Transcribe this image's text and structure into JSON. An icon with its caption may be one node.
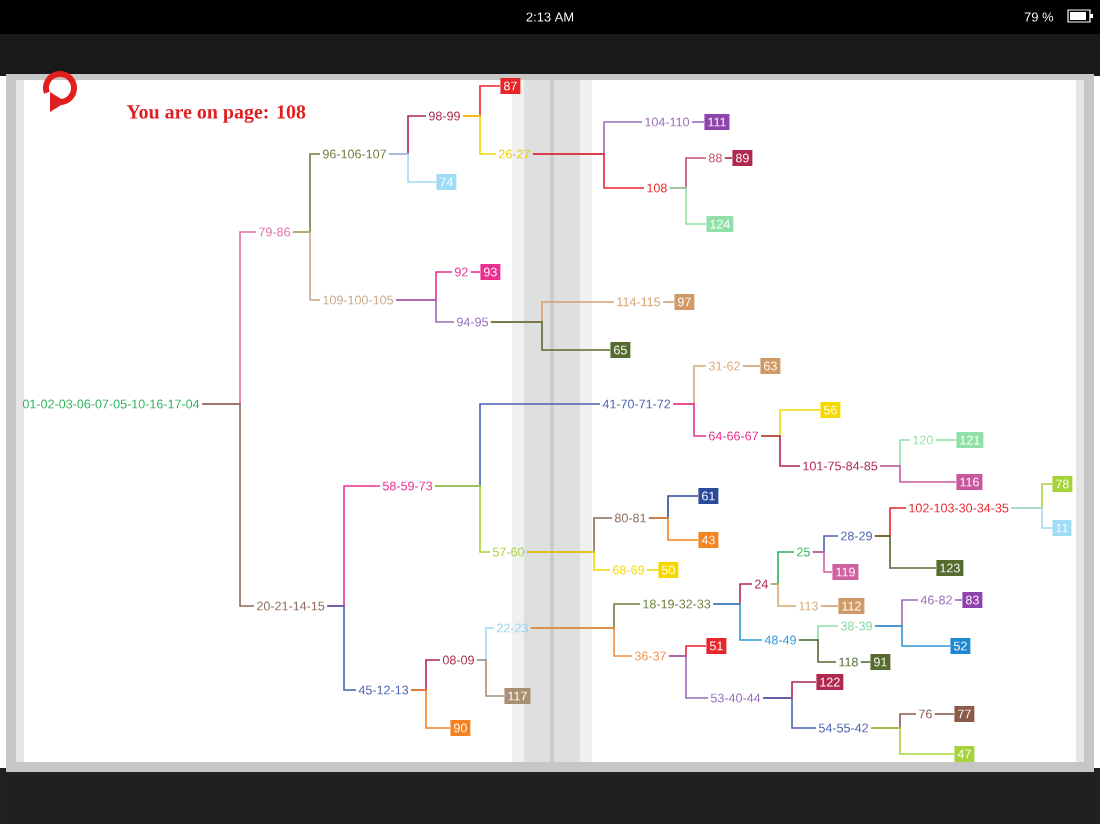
{
  "diagram": {
    "title": "You are on page: 108",
    "nodes": [
      {
        "text": [
          "01-02-03-06-07-05-10-16-17-04"
        ]
      },
      {
        "text": [
          "79-86"
        ]
      },
      {
        "text": [
          "96-106-107"
        ]
      },
      {
        "text": [
          "98-99"
        ]
      },
      {
        "text": [
          "87"
        ]
      },
      {
        "text": [
          "26-27"
        ]
      },
      {
        "text": [
          "104-110"
        ]
      },
      {
        "text": [
          "111"
        ]
      },
      {
        "text": [
          "108"
        ]
      },
      {
        "text": [
          "88"
        ]
      },
      {
        "text": [
          "89"
        ]
      },
      {
        "text": [
          "124"
        ]
      },
      {
        "text": [
          "74"
        ]
      },
      {
        "text": [
          "109-100-105"
        ]
      },
      {
        "text": [
          "92"
        ]
      },
      {
        "text": [
          "93"
        ]
      },
      {
        "text": [
          "94-95"
        ]
      },
      {
        "text": [
          "114-115"
        ]
      },
      {
        "text": [
          "97"
        ]
      },
      {
        "text": [
          "65"
        ]
      },
      {
        "text": [
          "20-21-14-15"
        ]
      },
      {
        "text": [
          "58-59-73"
        ]
      },
      {
        "text": [
          "41-70-71-72"
        ]
      },
      {
        "text": [
          "31-62"
        ]
      },
      {
        "text": [
          "63"
        ]
      },
      {
        "text": [
          "64-66-67"
        ]
      },
      {
        "text": [
          "56"
        ]
      },
      {
        "text": [
          "101-75-84-85"
        ]
      },
      {
        "text": [
          "120"
        ]
      },
      {
        "text": [
          "121"
        ]
      },
      {
        "text": [
          "116"
        ]
      },
      {
        "text": [
          "57-60"
        ]
      },
      {
        "text": [
          "80-81"
        ]
      },
      {
        "text": [
          "61"
        ]
      },
      {
        "text": [
          "43"
        ]
      },
      {
        "text": [
          "68-69"
        ]
      },
      {
        "text": [
          "50"
        ]
      },
      {
        "text": [
          "45-12-13"
        ]
      },
      {
        "text": [
          "08-09"
        ]
      },
      {
        "text": [
          "22-23"
        ]
      },
      {
        "text": [
          "18-19-32-33"
        ]
      },
      {
        "text": [
          "24"
        ]
      },
      {
        "text": [
          "25"
        ]
      },
      {
        "text": [
          "28-29"
        ]
      },
      {
        "text": [
          "102-103-30-34-35"
        ]
      },
      {
        "text": [
          "78"
        ]
      },
      {
        "text": [
          "11"
        ]
      },
      {
        "text": [
          "123"
        ]
      },
      {
        "text": [
          "119"
        ]
      },
      {
        "text": [
          "113"
        ]
      },
      {
        "text": [
          "112"
        ]
      },
      {
        "text": [
          "48-49"
        ]
      },
      {
        "text": [
          "38-39"
        ]
      },
      {
        "text": [
          "46-82"
        ]
      },
      {
        "text": [
          "83"
        ]
      },
      {
        "text": [
          "52"
        ]
      },
      {
        "text": [
          "118"
        ]
      },
      {
        "text": [
          "91"
        ]
      },
      {
        "text": [
          "36-37"
        ]
      },
      {
        "text": [
          "51"
        ]
      },
      {
        "text": [
          "53-40-44"
        ]
      },
      {
        "text": [
          "122"
        ]
      },
      {
        "text": [
          "54-55-42"
        ]
      },
      {
        "text": [
          "76"
        ]
      },
      {
        "text": [
          "77"
        ]
      },
      {
        "text": [
          "47"
        ]
      },
      {
        "text": [
          "90"
        ]
      },
      {
        "text": [
          "117"
        ]
      }
    ],
    "edges": [
      {
        "from": 0,
        "to": 1,
        "arrow": "none",
        "color": "#e070a8"
      },
      {
        "from": 0,
        "to": 20,
        "arrow": "none",
        "color": "#8b6a5a"
      },
      {
        "from": 1,
        "to": 2,
        "arrow": "none",
        "color": "#6b7f3a"
      },
      {
        "from": 1,
        "to": 13,
        "arrow": "none",
        "color": "#c8a888"
      },
      {
        "from": 2,
        "to": 3,
        "arrow": "none",
        "color": "#b0284e"
      },
      {
        "from": 2,
        "to": 12,
        "arrow": "none",
        "color": "#9fdcf5"
      },
      {
        "from": 3,
        "to": 4,
        "arrow": "none",
        "color": "#e8262a"
      },
      {
        "from": 3,
        "to": 5,
        "arrow": "none",
        "color": "#f5d800"
      },
      {
        "from": 5,
        "to": 6,
        "arrow": "none",
        "color": "#9b6cb8"
      },
      {
        "from": 5,
        "to": 8,
        "arrow": "none",
        "color": "#e8262a"
      },
      {
        "from": 6,
        "to": 7,
        "arrow": "none",
        "color": "#9b6cb8"
      },
      {
        "from": 8,
        "to": 9,
        "arrow": "none",
        "color": "#c0506a"
      },
      {
        "from": 8,
        "to": 11,
        "arrow": "none",
        "color": "#90e0a8"
      },
      {
        "from": 9,
        "to": 10,
        "arrow": "none",
        "color": "#b0284e"
      },
      {
        "from": 13,
        "to": 14,
        "arrow": "none",
        "color": "#ec2f8f"
      },
      {
        "from": 13,
        "to": 16,
        "arrow": "none",
        "color": "#9b6cb8"
      },
      {
        "from": 14,
        "to": 15,
        "arrow": "none",
        "color": "#ec2f8f"
      },
      {
        "from": 16,
        "to": 17,
        "arrow": "none",
        "color": "#d8a070"
      },
      {
        "from": 16,
        "to": 19,
        "arrow": "none",
        "color": "#556b2f"
      },
      {
        "from": 17,
        "to": 18,
        "arrow": "none",
        "color": "#d8a070"
      },
      {
        "from": 20,
        "to": 21,
        "arrow": "none",
        "color": "#ec2f8f"
      },
      {
        "from": 20,
        "to": 37,
        "arrow": "none",
        "color": "#4a62b0"
      },
      {
        "from": 21,
        "to": 22,
        "arrow": "none",
        "color": "#4a62b0"
      },
      {
        "from": 21,
        "to": 31,
        "arrow": "none",
        "color": "#a6d33a"
      },
      {
        "from": 22,
        "to": 23,
        "arrow": "none",
        "color": "#d8a878"
      },
      {
        "from": 22,
        "to": 25,
        "arrow": "none",
        "color": "#ec2f8f"
      },
      {
        "from": 23,
        "to": 24,
        "arrow": "none",
        "color": "#d8a070"
      },
      {
        "from": 25,
        "to": 26,
        "arrow": "none",
        "color": "#f5d800"
      },
      {
        "from": 25,
        "to": 27,
        "arrow": "none",
        "color": "#b0284e"
      },
      {
        "from": 27,
        "to": 28,
        "arrow": "none",
        "color": "#90e0a8"
      },
      {
        "from": 27,
        "to": 30,
        "arrow": "none",
        "color": "#c9579f"
      },
      {
        "from": 28,
        "to": 29,
        "arrow": "none",
        "color": "#90e0a8"
      },
      {
        "from": 31,
        "to": 32,
        "arrow": "none",
        "color": "#8b6a5a"
      },
      {
        "from": 31,
        "to": 35,
        "arrow": "none",
        "color": "#f5d800"
      },
      {
        "from": 32,
        "to": 33,
        "arrow": "none",
        "color": "#2c4a9a"
      },
      {
        "from": 32,
        "to": 34,
        "arrow": "none",
        "color": "#f58220"
      },
      {
        "from": 35,
        "to": 36,
        "arrow": "none",
        "color": "#f5d800"
      },
      {
        "from": 37,
        "to": 38,
        "arrow": "none",
        "color": "#b0284e"
      },
      {
        "from": 37,
        "to": 66,
        "arrow": "none",
        "color": "#f58220"
      },
      {
        "from": 38,
        "to": 39,
        "arrow": "none",
        "color": "#9fdcf5"
      },
      {
        "from": 38,
        "to": 67,
        "arrow": "none",
        "color": "#a89070"
      },
      {
        "from": 39,
        "to": 40,
        "arrow": "none",
        "color": "#6b7f3a"
      },
      {
        "from": 39,
        "to": 58,
        "arrow": "none",
        "color": "#f59040"
      },
      {
        "from": 40,
        "to": 41,
        "arrow": "none",
        "color": "#b0284e"
      },
      {
        "from": 40,
        "to": 51,
        "arrow": "none",
        "color": "#2a9ad8"
      },
      {
        "from": 41,
        "to": 42,
        "arrow": "none",
        "color": "#2db35a"
      },
      {
        "from": 41,
        "to": 49,
        "arrow": "none",
        "color": "#d8a878"
      },
      {
        "from": 42,
        "to": 43,
        "arrow": "none",
        "color": "#4a62b0"
      },
      {
        "from": 42,
        "to": 48,
        "arrow": "none",
        "color": "#d060a0"
      },
      {
        "from": 43,
        "to": 44,
        "arrow": "none",
        "color": "#e8262a"
      },
      {
        "from": 43,
        "to": 47,
        "arrow": "none",
        "color": "#556b2f"
      },
      {
        "from": 44,
        "to": 45,
        "arrow": "none",
        "color": "#a6d33a"
      },
      {
        "from": 44,
        "to": 46,
        "arrow": "none",
        "color": "#9fdcf5"
      },
      {
        "from": 49,
        "to": 50,
        "arrow": "none",
        "color": "#d8a070"
      },
      {
        "from": 51,
        "to": 52,
        "arrow": "none",
        "color": "#90e0a8"
      },
      {
        "from": 51,
        "to": 56,
        "arrow": "none",
        "color": "#556b2f"
      },
      {
        "from": 52,
        "to": 53,
        "arrow": "none",
        "color": "#9b6cb8"
      },
      {
        "from": 52,
        "to": 55,
        "arrow": "none",
        "color": "#2a9ad8"
      },
      {
        "from": 53,
        "to": 54,
        "arrow": "none",
        "color": "#9b6cb8"
      },
      {
        "from": 56,
        "to": 57,
        "arrow": "none",
        "color": "#556b2f"
      },
      {
        "from": 58,
        "to": 59,
        "arrow": "none",
        "color": "#e8262a"
      },
      {
        "from": 58,
        "to": 60,
        "arrow": "none",
        "color": "#9b6cb8"
      },
      {
        "from": 60,
        "to": 61,
        "arrow": "none",
        "color": "#b0284e"
      },
      {
        "from": 60,
        "to": 62,
        "arrow": "none",
        "color": "#4a62b0"
      },
      {
        "from": 62,
        "to": 63,
        "arrow": "none",
        "color": "#8b5a4a"
      },
      {
        "from": 62,
        "to": 65,
        "arrow": "none",
        "color": "#a6d33a"
      },
      {
        "from": 63,
        "to": 64,
        "arrow": "none",
        "color": "#8b5a4a"
      }
    ],
    "labels": [
      "2:13 AM",
      "79 %"
    ]
  }
}
